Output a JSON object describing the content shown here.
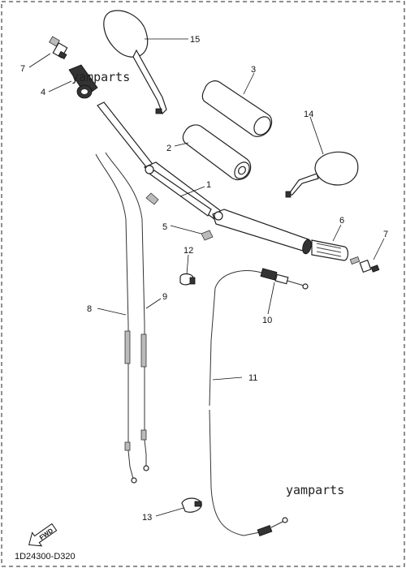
{
  "diagram": {
    "callouts": {
      "c1": "1",
      "c2": "2",
      "c3": "3",
      "c4": "4",
      "c5": "5",
      "c6": "6",
      "c7a": "7",
      "c7b": "7",
      "c8": "8",
      "c9": "9",
      "c10": "10",
      "c11": "11",
      "c12": "12",
      "c13": "13",
      "c14": "14",
      "c15": "15"
    },
    "watermarks": {
      "top": "yamparts",
      "bottom": "yamparts"
    },
    "fwd_label": "FWD",
    "diagram_code": "1D24300-D320"
  }
}
